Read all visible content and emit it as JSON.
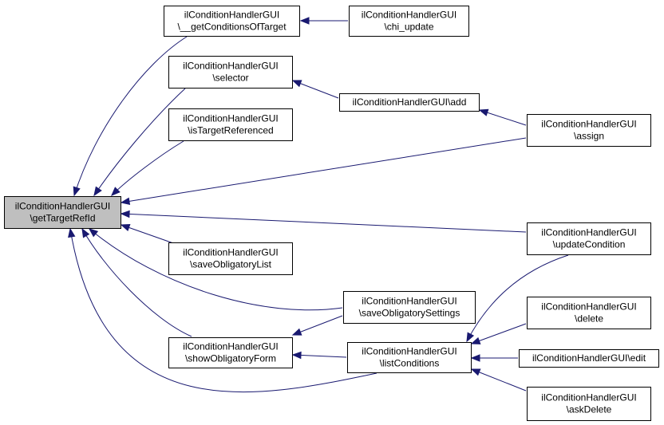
{
  "diagram": {
    "nodes": [
      {
        "id": "getTargetRefId",
        "lines": [
          "ilConditionHandlerGUI",
          "\\getTargetRefId"
        ],
        "highlight": true
      },
      {
        "id": "getConditionsOfTarget",
        "lines": [
          "ilConditionHandlerGUI",
          "\\__getConditionsOfTarget"
        ]
      },
      {
        "id": "chi_update",
        "lines": [
          "ilConditionHandlerGUI",
          "\\chi_update"
        ]
      },
      {
        "id": "selector",
        "lines": [
          "ilConditionHandlerGUI",
          "\\selector"
        ]
      },
      {
        "id": "add",
        "lines": [
          "ilConditionHandlerGUI\\add"
        ]
      },
      {
        "id": "isTargetReferenced",
        "lines": [
          "ilConditionHandlerGUI",
          "\\isTargetReferenced"
        ]
      },
      {
        "id": "assign",
        "lines": [
          "ilConditionHandlerGUI",
          "\\assign"
        ]
      },
      {
        "id": "updateCondition",
        "lines": [
          "ilConditionHandlerGUI",
          "\\updateCondition"
        ]
      },
      {
        "id": "saveObligatoryList",
        "lines": [
          "ilConditionHandlerGUI",
          "\\saveObligatoryList"
        ]
      },
      {
        "id": "saveObligatorySettings",
        "lines": [
          "ilConditionHandlerGUI",
          "\\saveObligatorySettings"
        ]
      },
      {
        "id": "showObligatoryForm",
        "lines": [
          "ilConditionHandlerGUI",
          "\\showObligatoryForm"
        ]
      },
      {
        "id": "listConditions",
        "lines": [
          "ilConditionHandlerGUI",
          "\\listConditions"
        ]
      },
      {
        "id": "delete",
        "lines": [
          "ilConditionHandlerGUI",
          "\\delete"
        ]
      },
      {
        "id": "edit",
        "lines": [
          "ilConditionHandlerGUI\\edit"
        ]
      },
      {
        "id": "askDelete",
        "lines": [
          "ilConditionHandlerGUI",
          "\\askDelete"
        ]
      }
    ],
    "edges": [
      {
        "from": "getConditionsOfTarget",
        "to": "getTargetRefId"
      },
      {
        "from": "chi_update",
        "to": "getConditionsOfTarget"
      },
      {
        "from": "selector",
        "to": "getTargetRefId"
      },
      {
        "from": "add",
        "to": "selector"
      },
      {
        "from": "assign",
        "to": "add"
      },
      {
        "from": "isTargetReferenced",
        "to": "getTargetRefId"
      },
      {
        "from": "assign",
        "to": "getTargetRefId"
      },
      {
        "from": "updateCondition",
        "to": "getTargetRefId"
      },
      {
        "from": "saveObligatoryList",
        "to": "getTargetRefId"
      },
      {
        "from": "saveObligatorySettings",
        "to": "getTargetRefId"
      },
      {
        "from": "showObligatoryForm",
        "to": "getTargetRefId"
      },
      {
        "from": "listConditions",
        "to": "getTargetRefId"
      },
      {
        "from": "saveObligatorySettings",
        "to": "showObligatoryForm"
      },
      {
        "from": "listConditions",
        "to": "showObligatoryForm"
      },
      {
        "from": "updateCondition",
        "to": "listConditions"
      },
      {
        "from": "delete",
        "to": "listConditions"
      },
      {
        "from": "edit",
        "to": "listConditions"
      },
      {
        "from": "askDelete",
        "to": "listConditions"
      }
    ]
  }
}
